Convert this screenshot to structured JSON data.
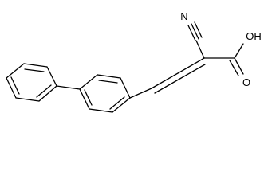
{
  "molecule": {
    "labels": {
      "nitrile_nitrogen": "N",
      "hydroxyl": "OH",
      "carbonyl_oxygen": "O"
    },
    "colors": {
      "bond": "#000000",
      "label": "#000000",
      "background": "#ffffff"
    }
  }
}
